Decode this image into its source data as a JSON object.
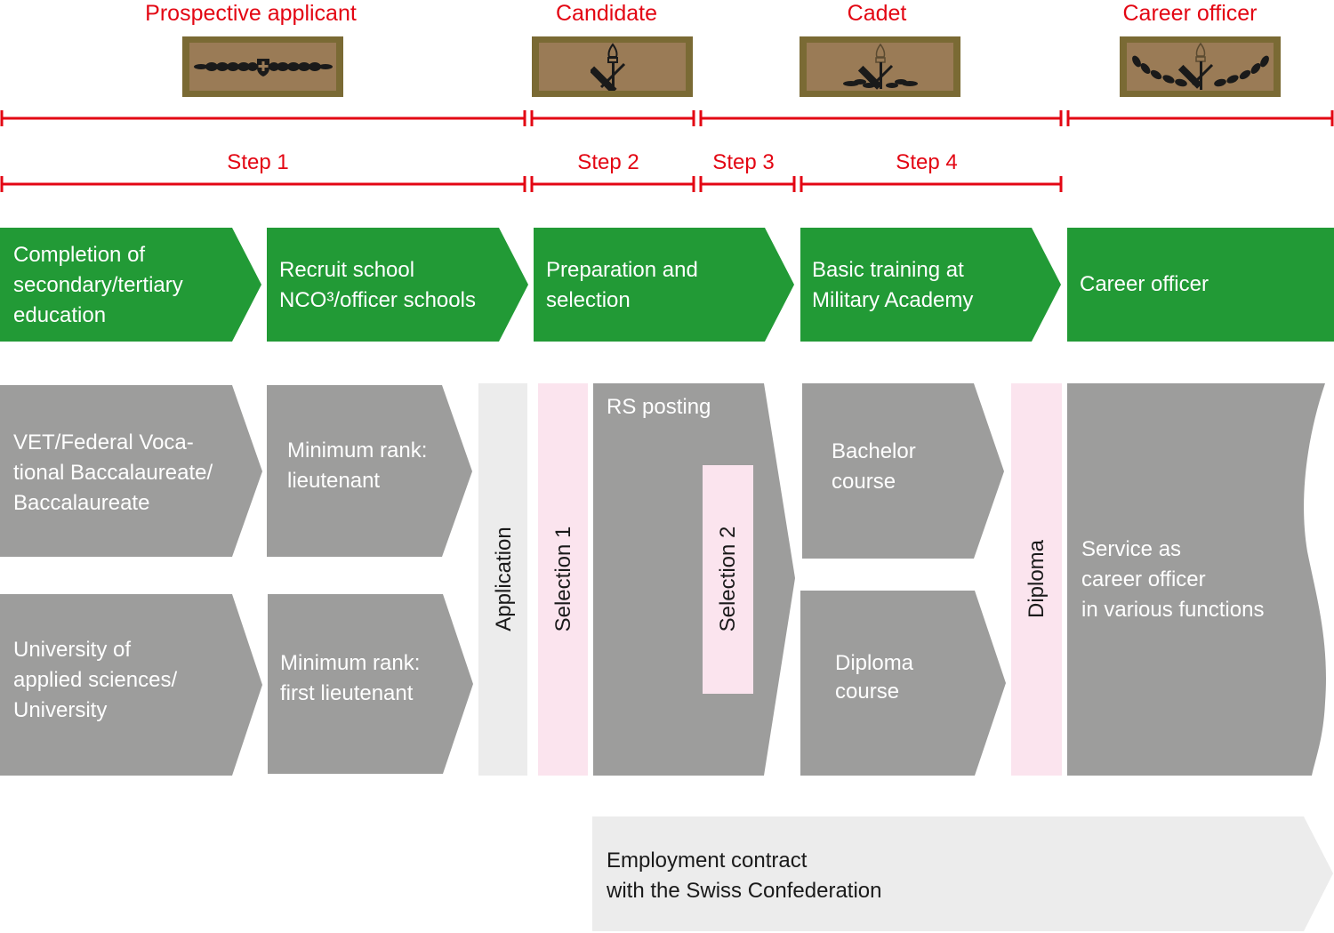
{
  "colors": {
    "accent_red": "#e30613",
    "green": "#229a36",
    "gray": "#9d9d9c",
    "light_gray": "#ececec",
    "pink": "#fbe4ee",
    "badge_border": "#7a6a34",
    "badge_fill": "#9a7b56"
  },
  "phases": [
    {
      "label": "Prospective applicant",
      "badge_icon": "oak-leaf-swiss-cross-insignia-icon"
    },
    {
      "label": "Candidate",
      "badge_icon": "torch-sword-insignia-icon"
    },
    {
      "label": "Cadet",
      "badge_icon": "torch-sword-small-wreath-insignia-icon"
    },
    {
      "label": "Career officer",
      "badge_icon": "torch-sword-large-wreath-insignia-icon"
    }
  ],
  "steps": [
    {
      "label": "Step 1"
    },
    {
      "label": "Step 2"
    },
    {
      "label": "Step 3"
    },
    {
      "label": "Step 4"
    }
  ],
  "stages": [
    {
      "label": "Completion of\nsecondary/tertiary\neducation"
    },
    {
      "label": "Recruit school\nNCO³/officer schools"
    },
    {
      "label": "Preparation and\nselection"
    },
    {
      "label": "Basic training at\nMilitary Academy"
    },
    {
      "label": "Career officer"
    }
  ],
  "paths": {
    "upper_education": "VET/Federal Voca-\ntional Baccalaureate/\nBaccalaureate",
    "upper_rank": "Minimum rank:\nlieutenant",
    "lower_education": "University of\napplied sciences/\nUniversity",
    "lower_rank": "Minimum rank:\nfirst lieutenant"
  },
  "process": {
    "application": "Application",
    "selection_1": "Selection 1",
    "rs_posting": "RS posting",
    "selection_2": "Selection 2",
    "bachelor_course": "Bachelor\ncourse",
    "diploma_course": "Diploma\ncourse",
    "diploma": "Diploma",
    "service": "Service as\ncareer officer\nin various functions"
  },
  "contract": {
    "label": "Employment contract\nwith the Swiss Confederation"
  }
}
